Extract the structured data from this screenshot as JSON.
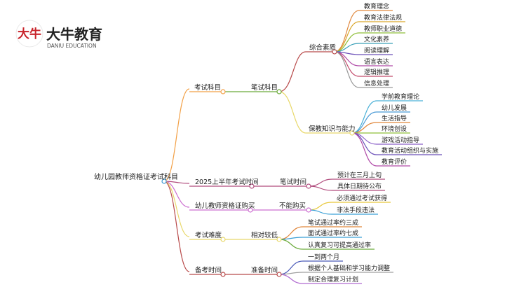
{
  "logo": {
    "cn": "大牛教育",
    "en": "DANIU EDUCATION",
    "mark": "大牛"
  },
  "root": "幼儿园教师资格证考试科目",
  "branches": {
    "b1": {
      "label": "考试科目",
      "color": "#f2a046",
      "sub": {
        "label": "笔试科目",
        "children": {
          "c1": {
            "label": "综合素质",
            "leaves": [
              "教育理念",
              "教育法律法规",
              "教师职业道德",
              "文化素养",
              "阅读理解",
              "语言表达",
              "逻辑推理",
              "信息处理"
            ]
          },
          "c2": {
            "label": "保教知识与能力",
            "leaves": [
              "学前教育理论",
              "幼儿发展",
              "生活指导",
              "环境创设",
              "游戏活动指导",
              "教育活动组织与实施",
              "教育评价"
            ]
          }
        }
      }
    },
    "b2": {
      "label": "2025上半年考试时间",
      "color": "#b04a7c",
      "sub": {
        "label": "笔试时间",
        "leaves": [
          "预计在三月上旬",
          "具体日期待公布"
        ]
      }
    },
    "b3": {
      "label": "幼儿教师资格证购买",
      "color": "#cc6fd0",
      "sub": {
        "label": "不能购买",
        "leaves": [
          "必须通过考试获得",
          "非法手段违法"
        ]
      }
    },
    "b4": {
      "label": "考试难度",
      "color": "#e8d86a",
      "sub": {
        "label": "相对较低",
        "leaves": [
          "笔试通过率约三成",
          "面试通过率约七成",
          "认真复习可提高通过率"
        ]
      }
    },
    "b5": {
      "label": "备考时间",
      "color": "#b84a4a",
      "sub": {
        "label": "准备时间",
        "leaves": [
          "一到两个月",
          "根据个人基础和学习能力调整",
          "制定合理复习计划"
        ]
      }
    }
  },
  "colors": {
    "c1_leaves": [
      "#e0863a",
      "#d9a62a",
      "#8fbf3a",
      "#3aa0b8",
      "#6a4fb8",
      "#b04aa8",
      "#c24a6a",
      "#9a9a9a"
    ],
    "c2_leaves": [
      "#4ab0d6",
      "#4a9ad6",
      "#e0863a",
      "#8fbf3a",
      "#8a5fc8",
      "#6a4fb8",
      "#b04aa8"
    ],
    "b3_leaves": [
      "#e8c83a",
      "#3aa0d6"
    ],
    "b4_leaves": [
      "#e0863a",
      "#3aa0d6",
      "#6aaa3a"
    ],
    "b5_leaves": [
      "#4a5ab8",
      "#a0a0a0",
      "#b06ad0"
    ]
  }
}
